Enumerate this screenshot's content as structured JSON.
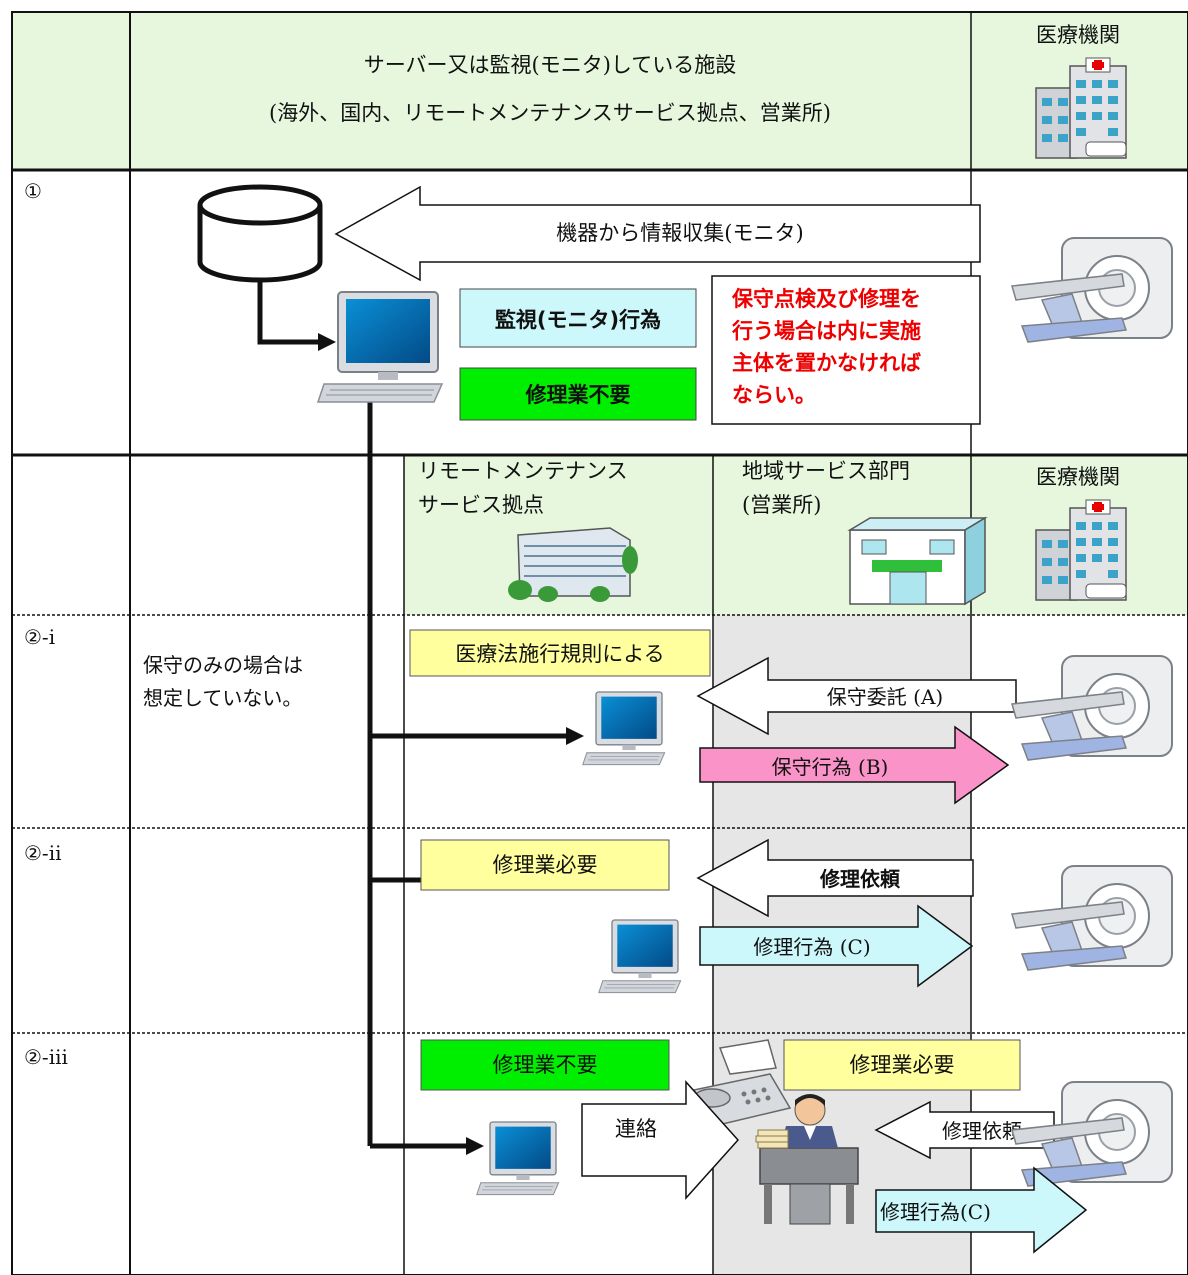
{
  "header": {
    "title_line1": "サーバー又は監視(モニタ)している施設",
    "title_line2": "(海外、国内、リモートメンテナンスサービス拠点、営業所)",
    "hospital_label": "医療機関"
  },
  "row1": {
    "number": "①",
    "arrow_label": "機器から情報収集(モニタ)",
    "monitoring_box": "監視(モニタ)行為",
    "repair_not_needed": "修理業不要",
    "notice_lines": [
      "保守点検及び修理を",
      "行う場合は内に実施",
      "主体を置かなければ",
      "ならい。"
    ]
  },
  "subheader": {
    "remote_line1": "リモートメンテナンス",
    "remote_line2": "サービス拠点",
    "regional_line1": "地域サービス部門",
    "regional_line2": "(営業所)",
    "hospital_label": "医療機関"
  },
  "row2i": {
    "number": "②-i",
    "note_line1": "保守のみの場合は",
    "note_line2": "想定していない。",
    "rule_box": "医療法施行規則による",
    "arrow_left": "保守委託 (A)",
    "arrow_right": "保守行為 (B)"
  },
  "row2ii": {
    "number": "②-ii",
    "box": "修理業必要",
    "arrow_left": "修理依頼",
    "arrow_right": "修理行為 (C)"
  },
  "row2iii": {
    "number": "②-iii",
    "box_left": "修理業不要",
    "box_right": "修理業必要",
    "contact_arrow": "連絡",
    "arrow_left": "修理依頼",
    "arrow_right": "修理行為(C)"
  },
  "colors": {
    "header_green": "#e6f7de",
    "cyan_box": "#ccf7fb",
    "green_box": "#00ee00",
    "yellow_box": "#ffff9e",
    "pink_arrow": "#fa94c8",
    "gray_band": "#e6e6e6"
  }
}
